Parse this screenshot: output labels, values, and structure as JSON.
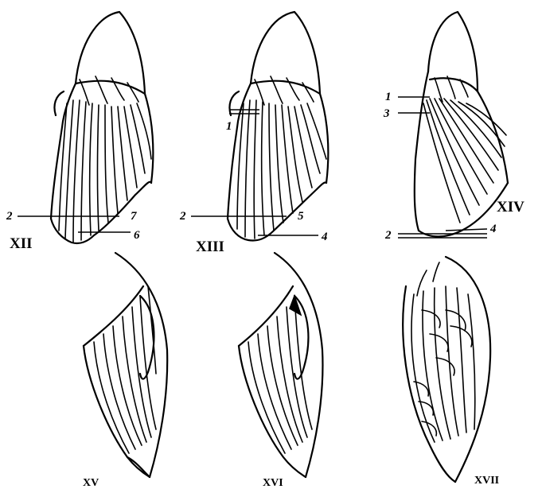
{
  "figures": [
    {
      "id": "XII",
      "label": "XII",
      "numbers": [
        "2",
        "7",
        "6"
      ]
    },
    {
      "id": "XIII",
      "label": "XIII",
      "numbers": [
        "1",
        "2",
        "5",
        "4"
      ]
    },
    {
      "id": "XIV",
      "label": "XIV",
      "numbers": [
        "1",
        "3",
        "4",
        "2"
      ]
    },
    {
      "id": "XV",
      "label": "XV",
      "numbers": []
    },
    {
      "id": "XVI",
      "label": "XVI",
      "numbers": []
    },
    {
      "id": "XVII",
      "label": "XVII",
      "numbers": []
    }
  ]
}
